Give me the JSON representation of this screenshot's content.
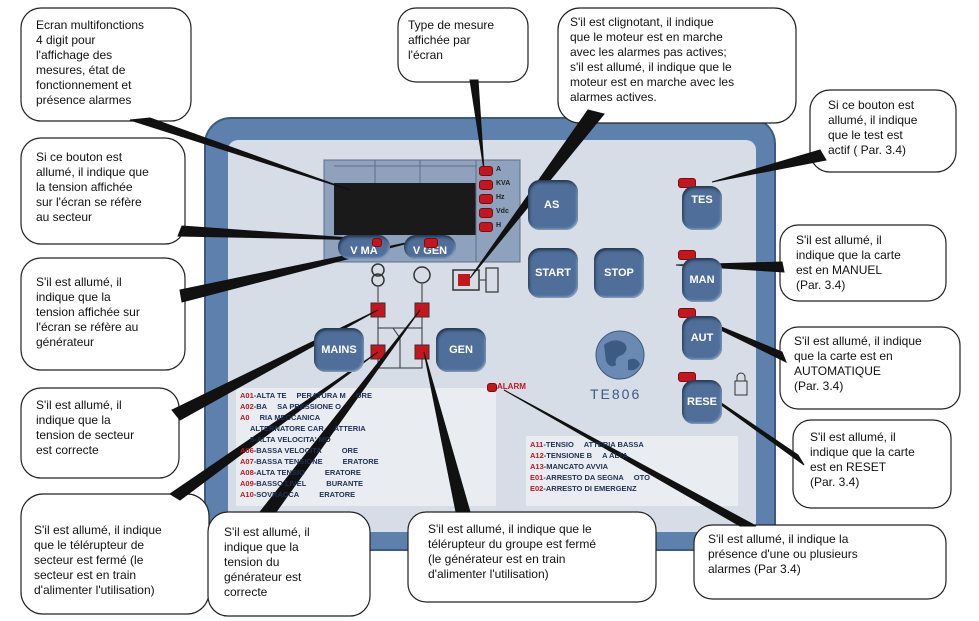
{
  "panel": {
    "measure_units": [
      "A",
      "KVA",
      "Hz",
      "Vdc",
      "H"
    ],
    "buttons": {
      "v_mains": "V MA",
      "v_gen": "V GEN",
      "mains": "MAINS",
      "gen": "GEN",
      "start": "START",
      "stop": "STOP",
      "meas": "AS",
      "test": "TES",
      "man": "MAN",
      "aut": "AUT",
      "reset": "RESE"
    },
    "alarm_label": "ALARM",
    "brand": "TE806",
    "alarms_left": [
      {
        "code": "A01",
        "text": "-ALTA TE",
        "text2": "PERATURA M",
        "text3": "ORE"
      },
      {
        "code": "A02",
        "text": "-BA",
        "text2": "SA PRESSIONE O",
        "text3": ""
      },
      {
        "code": "A0",
        "text": "",
        "text2": "RIA MECCANICA",
        "text3": ""
      },
      {
        "code": "",
        "text": "",
        "text2": "ALTERNATORE CAR",
        "text3": "ATTERIA"
      },
      {
        "code": "",
        "text": "",
        "text2": "5-ALTA VELOCITA' MO",
        "text3": ""
      },
      {
        "code": "A06",
        "text": "-BASSA VELOCITA",
        "text2": "",
        "text3": "ORE"
      },
      {
        "code": "A07",
        "text": "-BASSA TENSIONE",
        "text2": "",
        "text3": "ERATORE"
      },
      {
        "code": "A08",
        "text": "-ALTA TENSIO",
        "text2": "",
        "text3": "ERATORE"
      },
      {
        "code": "A09",
        "text": "-BASSO LIVEL",
        "text2": "",
        "text3": "BURANTE"
      },
      {
        "code": "A10",
        "text": "-SOVRACCA",
        "text2": "",
        "text3": "ERATORE"
      }
    ],
    "alarms_right": [
      {
        "code": "A11",
        "text": "-TENSIO",
        "text2": "ATTERIA BASSA"
      },
      {
        "code": "A12",
        "text": "-TENSIONE B",
        "text2": "A ALTA"
      },
      {
        "code": "A13",
        "text": "-MANCATO AVVIA",
        "text2": ""
      },
      {
        "code": "E01",
        "text": "-ARRESTO DA SEGNA",
        "text2": "OTO"
      },
      {
        "code": "E02",
        "text": "-ARRESTO DI EMERGENZ",
        "text2": ""
      }
    ]
  },
  "callouts": {
    "display": "Ecran multifonctions\n4 digit pour\nl'affichage des\nmesures, état de\nfonctionnement et\nprésence alarmes",
    "measure_type": "Type de mesure\naffichée par\nl'écran",
    "engine": "S'il est clignotant, il indique\nque le moteur est en marche\navec les alarmes pas actives;\ns'il est allumé, il indique que le\nmoteur est en marche avec les\nalarmes actives.",
    "test": "Si ce bouton est\nallumé, il indique\nque le test est\nactif  ( Par. 3.4)",
    "v_mains": "Si ce bouton est\nallumé, il indique que\nla tension affichée\nsur l'écran se réfère\nau secteur",
    "man": "S'il est allumé, il\nindique que la carte\nest en MANUEL\n(Par. 3.4)",
    "v_gen": "S'il est allumé, il\nindique que la\ntension affichée sur\nl'écran se réfère au\ngénérateur",
    "aut": "S'il est allumé, il indique\nque la carte est en\nAUTOMATIQUE\n (Par. 3.4)",
    "mains_ok": "S'il est allumé, il\nindique  que  la\ntension de secteur\nest correcte",
    "reset": "S'il est allumé, il\nindique que la carte\nest en RESET\n(Par. 3.4)",
    "mains_contactor": "S'il est allumé, il indique\nque le télérupteur de\nsecteur est fermé (le\nsecteur est en train\nd'alimenter l'utilisation)",
    "gen_ok": "S'il est allumé, il\nindique que la\ntension du\ngénérateur est\ncorrecte",
    "gen_contactor": "S'il est allumé, il indique que le\ntélérupteur du groupe est fermé\n(le générateur est en train\nd'alimenter l'utilisation)",
    "alarm": "S'il est allumé, il indique la\nprésence d'une ou plusieurs\nalarmes (Par 3.4)"
  }
}
